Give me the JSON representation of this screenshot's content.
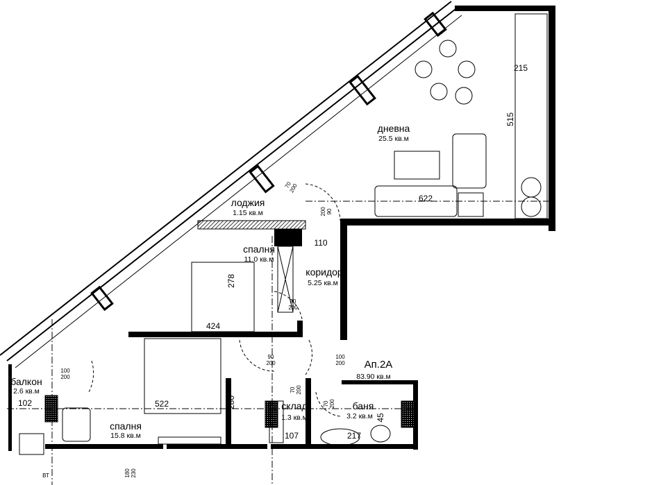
{
  "apartment": {
    "name": "Ап.2А",
    "area": "83.90 кв.м"
  },
  "rooms": [
    {
      "id": "living",
      "name": "дневна",
      "area": "25.5 кв.м"
    },
    {
      "id": "loggia",
      "name": "лоджия",
      "area": "1.15 кв.м"
    },
    {
      "id": "bedroom-small",
      "name": "спалня",
      "area": "11.0 кв.м"
    },
    {
      "id": "corridor",
      "name": "коридор",
      "area": "5.25 кв.м"
    },
    {
      "id": "balcony",
      "name": "балкон",
      "area": "2.6 кв.м"
    },
    {
      "id": "bedroom-large",
      "name": "спалня",
      "area": "15.8 кв.м"
    },
    {
      "id": "storage",
      "name": "склад",
      "area": "1.3 кв.м"
    },
    {
      "id": "bathroom",
      "name": "баня",
      "area": "3.2 кв.м"
    }
  ],
  "dimensions": [
    "215",
    "515",
    "622",
    "110",
    "278",
    "424",
    "102",
    "522",
    "280",
    "107",
    "217",
    "45",
    "180",
    "230"
  ],
  "doors": [
    {
      "w": "70",
      "h": "200"
    },
    {
      "w": "200",
      "h": "90"
    },
    {
      "w": "90",
      "h": "200"
    },
    {
      "w": "100",
      "h": "200"
    },
    {
      "w": "90",
      "h": "200"
    },
    {
      "w": "100",
      "h": "200"
    },
    {
      "w": "70",
      "h": "200"
    },
    {
      "w": "70",
      "h": "200"
    }
  ],
  "markers": {
    "shaft": "ВТ"
  }
}
